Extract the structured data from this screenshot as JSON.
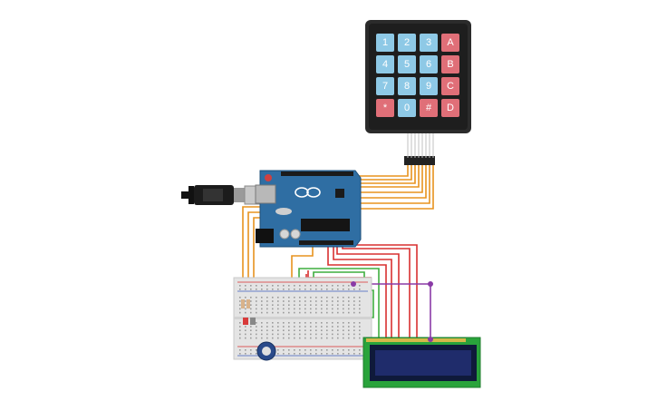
{
  "keypad": {
    "keys": [
      {
        "label": "1",
        "kind": "digit"
      },
      {
        "label": "2",
        "kind": "digit"
      },
      {
        "label": "3",
        "kind": "digit"
      },
      {
        "label": "A",
        "kind": "letter"
      },
      {
        "label": "4",
        "kind": "digit"
      },
      {
        "label": "5",
        "kind": "digit"
      },
      {
        "label": "6",
        "kind": "digit"
      },
      {
        "label": "B",
        "kind": "letter"
      },
      {
        "label": "7",
        "kind": "digit"
      },
      {
        "label": "8",
        "kind": "digit"
      },
      {
        "label": "9",
        "kind": "digit"
      },
      {
        "label": "C",
        "kind": "letter"
      },
      {
        "label": "*",
        "kind": "letter"
      },
      {
        "label": "0",
        "kind": "digit"
      },
      {
        "label": "#",
        "kind": "letter"
      },
      {
        "label": "D",
        "kind": "letter"
      }
    ],
    "colors": {
      "body": "#2b2b2b",
      "digit": "#8ec9e6",
      "letter": "#e06f78"
    }
  },
  "arduino": {
    "color": "#2f6ea3",
    "icons": [
      "usb-cable-icon",
      "reset-button-icon",
      "microcontroller-chip-icon",
      "arduino-logo-icon"
    ]
  },
  "breadboard": {
    "color": "#e4e4e4"
  },
  "lcd": {
    "board_color": "#29a33b",
    "screen_color": "#1f2c6b"
  },
  "wire_colors": {
    "orange": "#e8931e",
    "red": "#d93030",
    "green": "#3fae3f",
    "purple": "#8a3aa6"
  }
}
